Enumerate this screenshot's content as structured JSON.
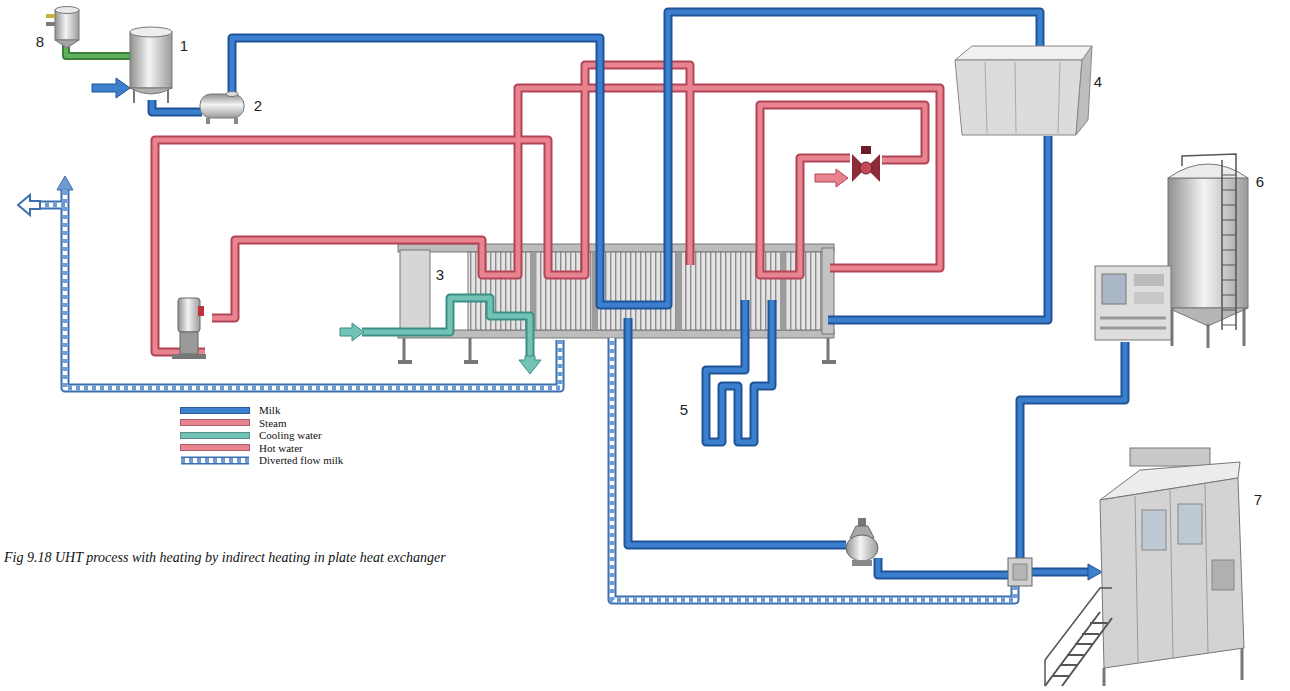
{
  "diagram": {
    "caption": "Fig 9.18 UHT process with heating by indirect heating in plate heat exchanger",
    "labels": [
      "8",
      "1",
      "2",
      "3",
      "4",
      "6",
      "5",
      "7"
    ],
    "legend": [
      {
        "text": "Milk",
        "color": "#3d7fcf"
      },
      {
        "text": "Steam",
        "color": "#e8838f"
      },
      {
        "text": "Cooling water",
        "color": "#72c3b6"
      },
      {
        "text": "Hot water",
        "color": "#e8838f"
      },
      {
        "text": "Diverted flow milk"
      }
    ]
  }
}
